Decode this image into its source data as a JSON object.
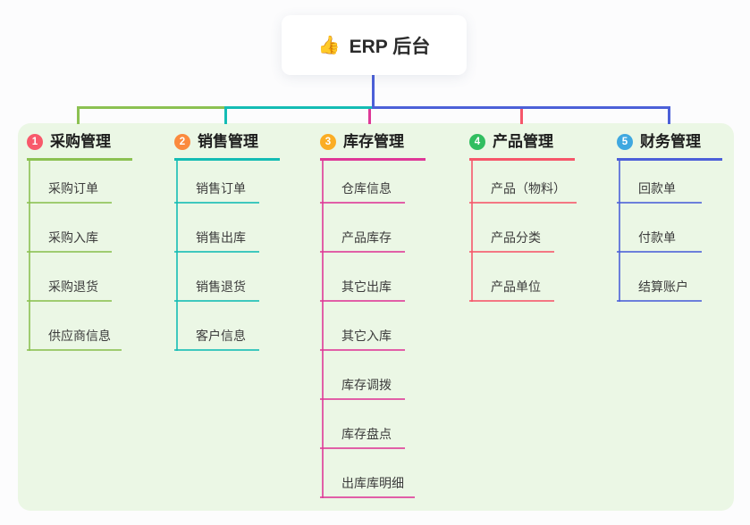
{
  "canvas": {
    "bg": "#EBF7E5"
  },
  "root": {
    "emoji": "👍",
    "title": "ERP 后台",
    "connector_color": "#4C60D8"
  },
  "branches": [
    {
      "num": "1",
      "title": "采购管理",
      "badge_color": "#F8596B",
      "line_color": "#8CC152",
      "children": [
        "采购订单",
        "采购入库",
        "采购退货",
        "供应商信息"
      ]
    },
    {
      "num": "2",
      "title": "销售管理",
      "badge_color": "#FB8A3E",
      "line_color": "#14BCB4",
      "children": [
        "销售订单",
        "销售出库",
        "销售退货",
        "客户信息"
      ]
    },
    {
      "num": "3",
      "title": "库存管理",
      "badge_color": "#FBAD24",
      "line_color": "#DE3897",
      "children": [
        "仓库信息",
        "产品库存",
        "其它出库",
        "其它入库",
        "库存调拨",
        "库存盘点",
        "出库库明细"
      ]
    },
    {
      "num": "4",
      "title": "产品管理",
      "badge_color": "#31BE60",
      "line_color": "#F6566A",
      "children": [
        "产品（物料）",
        "产品分类",
        "产品单位"
      ]
    },
    {
      "num": "5",
      "title": "财务管理",
      "badge_color": "#3FA8E0",
      "line_color": "#4C60D8",
      "children": [
        "回款单",
        "付款单",
        "结算账户"
      ]
    }
  ]
}
